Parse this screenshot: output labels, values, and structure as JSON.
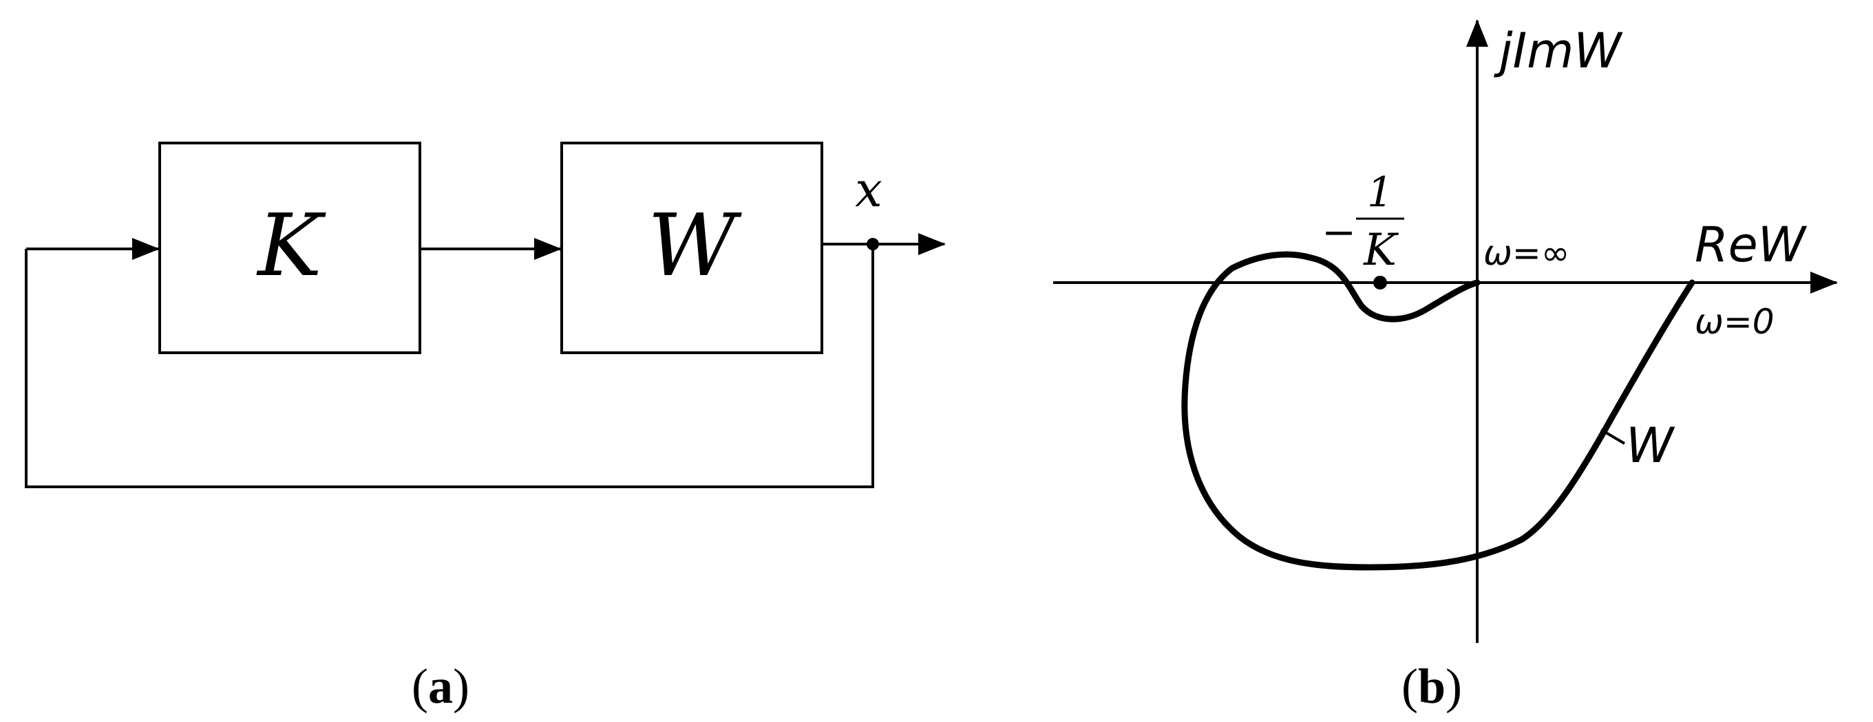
{
  "panel_a": {
    "block1_label": "K",
    "block2_label": "W",
    "output_label": "x",
    "caption_letter": "a"
  },
  "panel_b": {
    "y_axis_label": "jImW",
    "x_axis_label": "ReW",
    "point_numerator": "1",
    "point_denominator": "K",
    "point_sign": "−",
    "omega_inf_label": "ω=∞",
    "omega_zero_label": "ω=0",
    "curve_label": "W",
    "caption_letter": "b"
  }
}
